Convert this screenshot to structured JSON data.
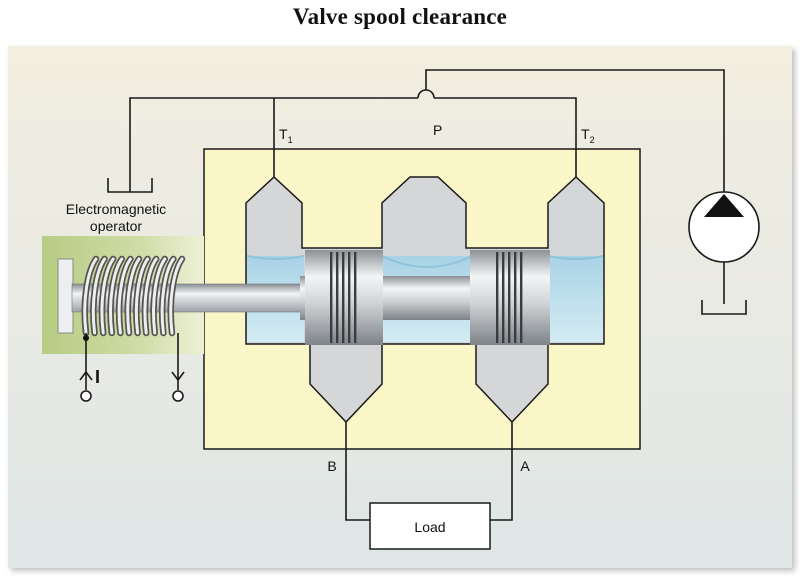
{
  "title": "Valve spool clearance",
  "labels": {
    "operator_line1": "Electromagnetic",
    "operator_line2": "operator",
    "port_t1": "T",
    "port_t1_sub": "1",
    "port_p": "P",
    "port_t2": "T",
    "port_t2_sub": "2",
    "port_b": "B",
    "port_a": "A",
    "load": "Load",
    "current": "I"
  },
  "colors": {
    "panel_background": "#ecf0e6",
    "valve_body": "#faf6c8",
    "operator_housing": "#c2d48e",
    "fluid": "#b9dcea",
    "chamber": "#d4d6d8",
    "line": "#1a1a1a"
  },
  "icons": [
    "coil-icon",
    "pump-icon",
    "tank-icon",
    "terminal-icon"
  ]
}
